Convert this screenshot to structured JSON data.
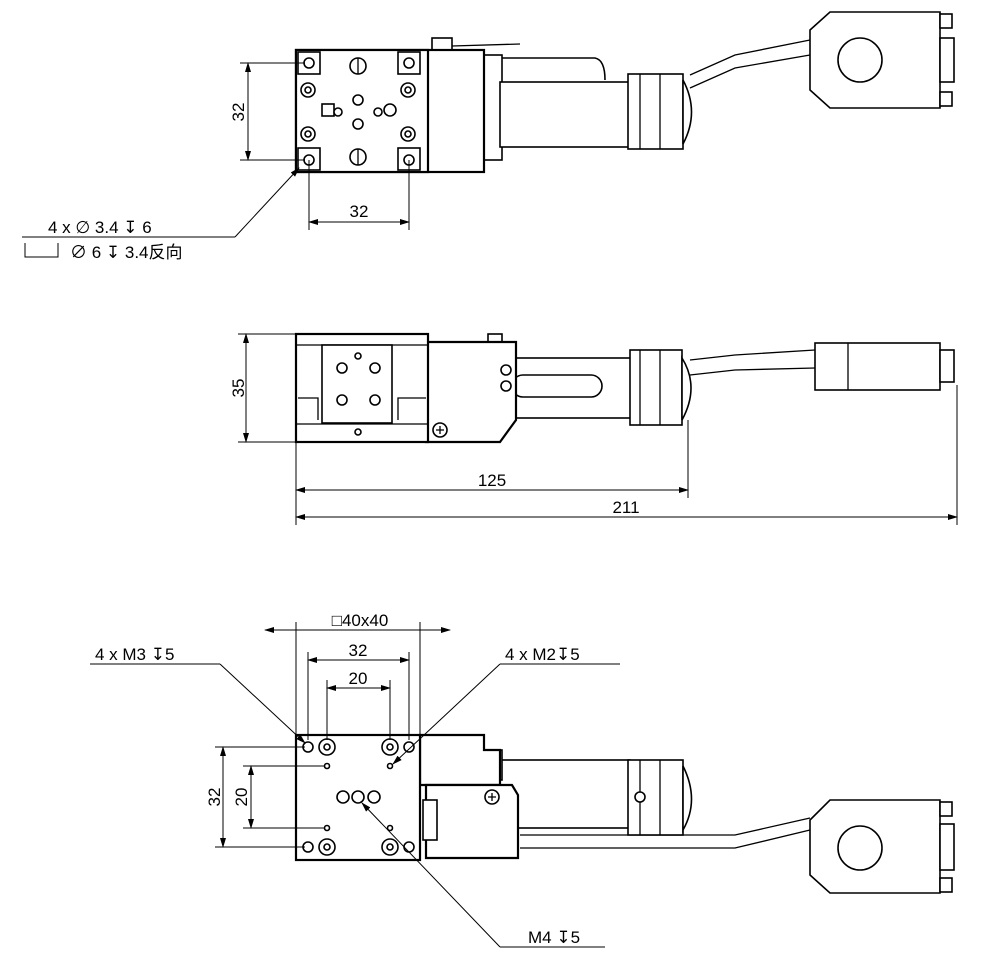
{
  "top_view": {
    "dim_height": "32",
    "dim_width": "32",
    "callout_line1": "4 x ∅ 3.4 ↧ 6",
    "callout_line2": "∅ 6 ↧ 3.4反向"
  },
  "side_view": {
    "dim_height": "35",
    "dim_length_body": "125",
    "dim_length_total": "211"
  },
  "bottom_view": {
    "dim_square": "□40x40",
    "dim_32_h": "32",
    "dim_20_h": "20",
    "dim_32_v": "32",
    "dim_20_v": "20",
    "callout_m3": "4 x  M3 ↧5",
    "callout_m2": "4 x  M2↧5",
    "callout_m4": "M4 ↧5"
  }
}
